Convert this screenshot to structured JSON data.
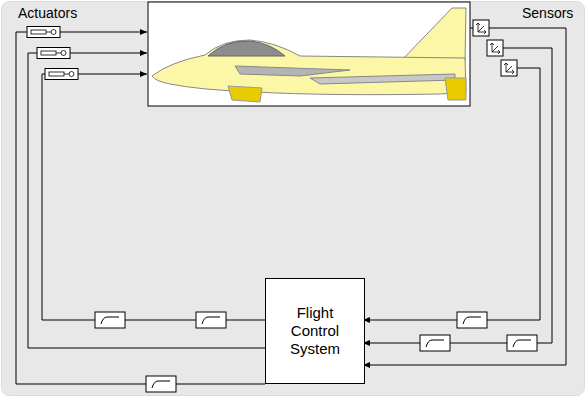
{
  "diagram": {
    "nodes": [
      {
        "text": [
          "Flight Control System"
        ]
      }
    ],
    "labels": [
      "Actuators",
      "Sensors"
    ]
  }
}
